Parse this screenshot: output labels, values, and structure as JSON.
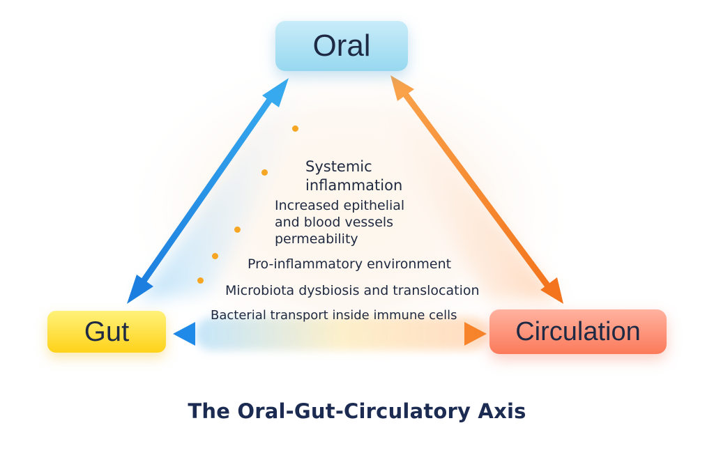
{
  "nodes": {
    "oral": "Oral",
    "gut": "Gut",
    "circulation": "Circulation"
  },
  "bullets": [
    "Systemic\ninflammation",
    "Increased epithelial\nand blood vessels\npermeability",
    "Pro-inflammatory environment",
    "Microbiota dysbiosis and translocation",
    "Bacterial transport inside immune cells"
  ],
  "title": "The Oral-Gut-Circulatory Axis",
  "colors": {
    "blue_arrow": "#1c8ee6",
    "orange_arrow": "#f7842a",
    "bullet_dot": "#f6a623",
    "text_dark": "#1e2a44",
    "title": "#1c2b52"
  }
}
